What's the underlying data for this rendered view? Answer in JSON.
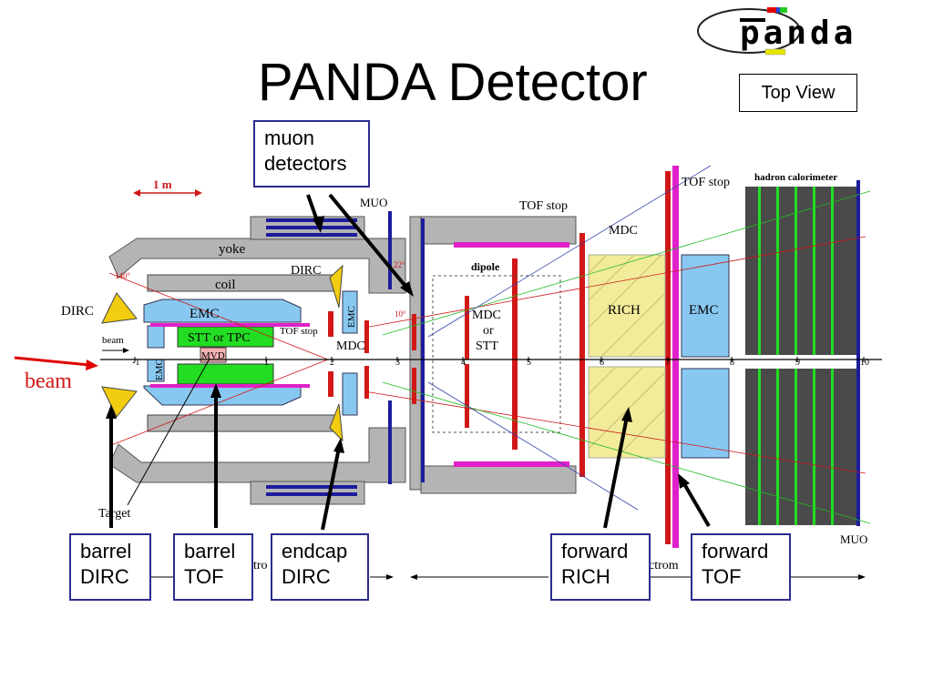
{
  "slide": {
    "title": "PANDA Detector",
    "view_label": "Top View",
    "logo_text": "panda"
  },
  "callouts": {
    "muon": [
      "muon",
      "detectors"
    ],
    "barrel_dirc": [
      "barrel",
      "DIRC"
    ],
    "barrel_tof": [
      "barrel",
      "TOF"
    ],
    "endcap_dirc": [
      "endcap",
      "DIRC"
    ],
    "forward_rich": [
      "forward",
      "RICH"
    ],
    "forward_tof": [
      "forward",
      "TOF"
    ]
  },
  "diagram_labels": {
    "scale": "1 m",
    "beam_small": "beam",
    "beam_big": "beam",
    "target": "Target",
    "yoke": "yoke",
    "coil": "coil",
    "emc_barrel": "EMC",
    "emc_left": "EMC",
    "emc_endcap": "EMC",
    "emc_forward": "EMC",
    "stt_tpc": "STT or TPC",
    "mvd": "MVD",
    "dirc_left": "DIRC",
    "dirc_top": "DIRC",
    "tof_stop_inner": "TOF stop",
    "tof_stop_mid": "TOF stop",
    "tof_stop_right": "TOF stop",
    "mdc_inner": "MDC",
    "mdc_center": [
      "MDC",
      "or",
      "STT"
    ],
    "mdc_right": "MDC",
    "muo_top": "MUO",
    "muo_right": "MUO",
    "dipole": "dipole",
    "rich": "RICH",
    "hadron_calorimeter": "hadron calorimeter",
    "angle_140": "140°",
    "angle_22": "22°",
    "angle_10": "10°",
    "spectrometer_left": "tro",
    "spectrometer_right": "ctrom",
    "axis_ticks": [
      "-1",
      "1",
      "2",
      "3",
      "4",
      "5",
      "6",
      "7",
      "8",
      "9",
      "10"
    ]
  },
  "colors": {
    "callout_border": "#2b2b8c",
    "yoke_gray": "#b4b4b4",
    "tof_red": "#d01818",
    "muo_blue": "#1c1c9c",
    "emc_lightblue": "#88c8f0",
    "stt_green": "#22dd22",
    "dirc_yellow": "#f2cc10",
    "tof_magenta": "#e020c8",
    "rich_yellow": "#f2ec9a",
    "hcal_dark": "#4a4a4a",
    "beam_red": "#e00000"
  }
}
